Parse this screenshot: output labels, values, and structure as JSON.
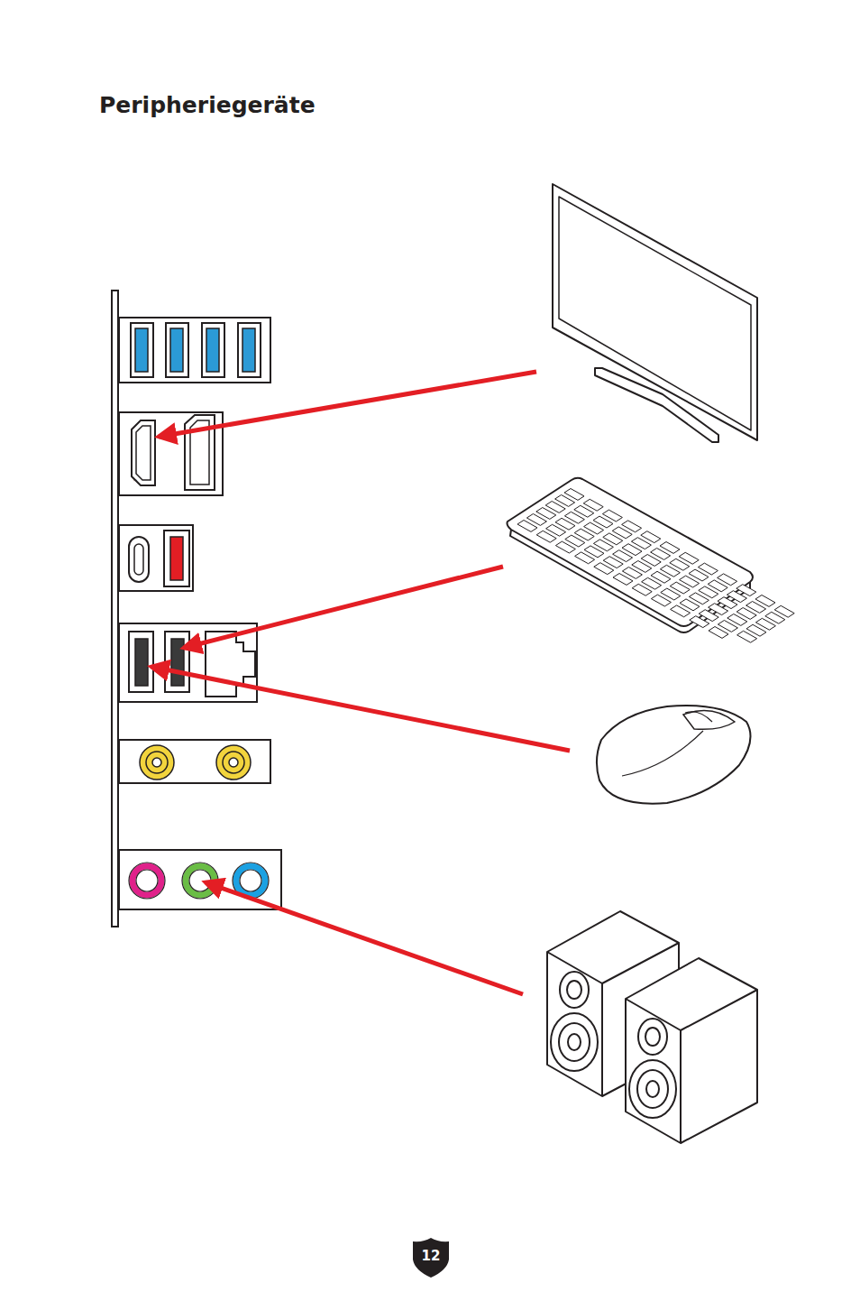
{
  "diagram": {
    "title": "Peripheriegeräte",
    "nodes": [
      {
        "text": [
          "12"
        ]
      }
    ],
    "labels": [
      "™"
    ]
  }
}
